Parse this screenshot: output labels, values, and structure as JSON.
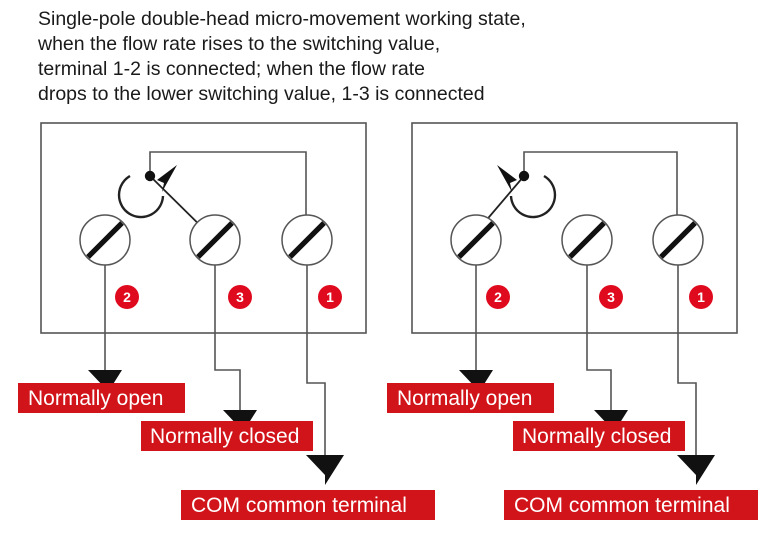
{
  "header": {
    "lines": [
      "Single-pole double-head micro-movement working state,",
      "when the flow rate rises to the switching value,",
      "terminal 1-2 is connected; when the flow rate",
      "drops to the lower switching value, 1-3 is connected"
    ]
  },
  "colors": {
    "label_red": "#d1141a",
    "badge_red": "#e00a1e",
    "wire_gray": "#555555",
    "lever_black": "#222222",
    "text_dark": "#1a1a1a",
    "label_text": "#ffffff",
    "background": "#ffffff"
  },
  "diagrams": [
    {
      "id": "left",
      "state": "flow-rate-risen",
      "connected_terminals": "1-2",
      "terminals": [
        {
          "id": "t2",
          "badge": "2",
          "name": "terminal-2"
        },
        {
          "id": "t3",
          "badge": "3",
          "name": "terminal-3"
        },
        {
          "id": "t1",
          "badge": "1",
          "name": "terminal-1"
        }
      ],
      "lever_contact": "3",
      "arrow_direction": "up-right",
      "labels": [
        {
          "id": "no",
          "text": "Normally open"
        },
        {
          "id": "nc",
          "text": "Normally closed"
        },
        {
          "id": "com",
          "text": "COM common terminal"
        }
      ]
    },
    {
      "id": "right",
      "state": "flow-rate-dropped",
      "connected_terminals": "1-3",
      "terminals": [
        {
          "id": "t2",
          "badge": "2",
          "name": "terminal-2"
        },
        {
          "id": "t3",
          "badge": "3",
          "name": "terminal-3"
        },
        {
          "id": "t1",
          "badge": "1",
          "name": "terminal-1"
        }
      ],
      "lever_contact": "2",
      "arrow_direction": "up-left",
      "labels": [
        {
          "id": "no",
          "text": "Normally open"
        },
        {
          "id": "nc",
          "text": "Normally closed"
        },
        {
          "id": "com",
          "text": "COM common terminal"
        }
      ]
    }
  ]
}
